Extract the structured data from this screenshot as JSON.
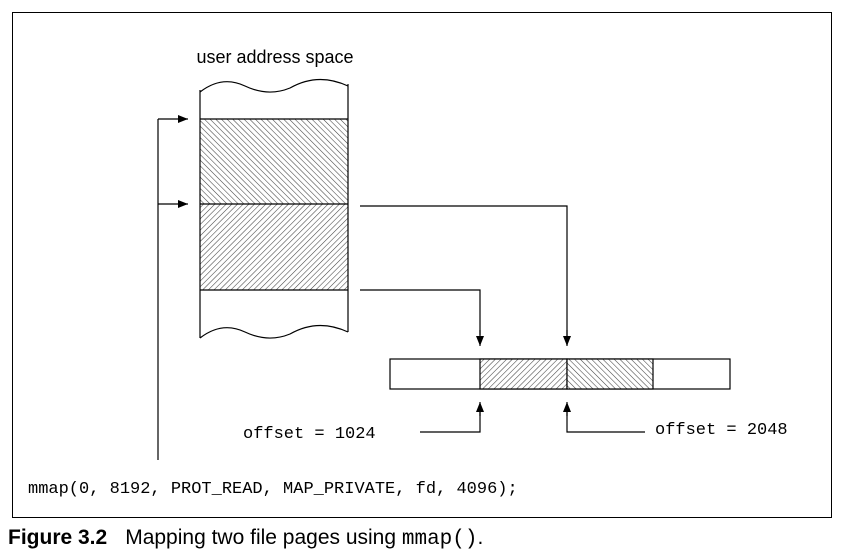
{
  "diagram": {
    "title": "user address space",
    "offset_left_label": "offset = 1024",
    "offset_right_label": "offset = 2048",
    "call": "mmap(0, 8192, PROT_READ, MAP_PRIVATE, fd, 4096);"
  },
  "caption": {
    "number": "Figure 3.2",
    "text": "Mapping two file pages using ",
    "code": "mmap()",
    "period": "."
  }
}
